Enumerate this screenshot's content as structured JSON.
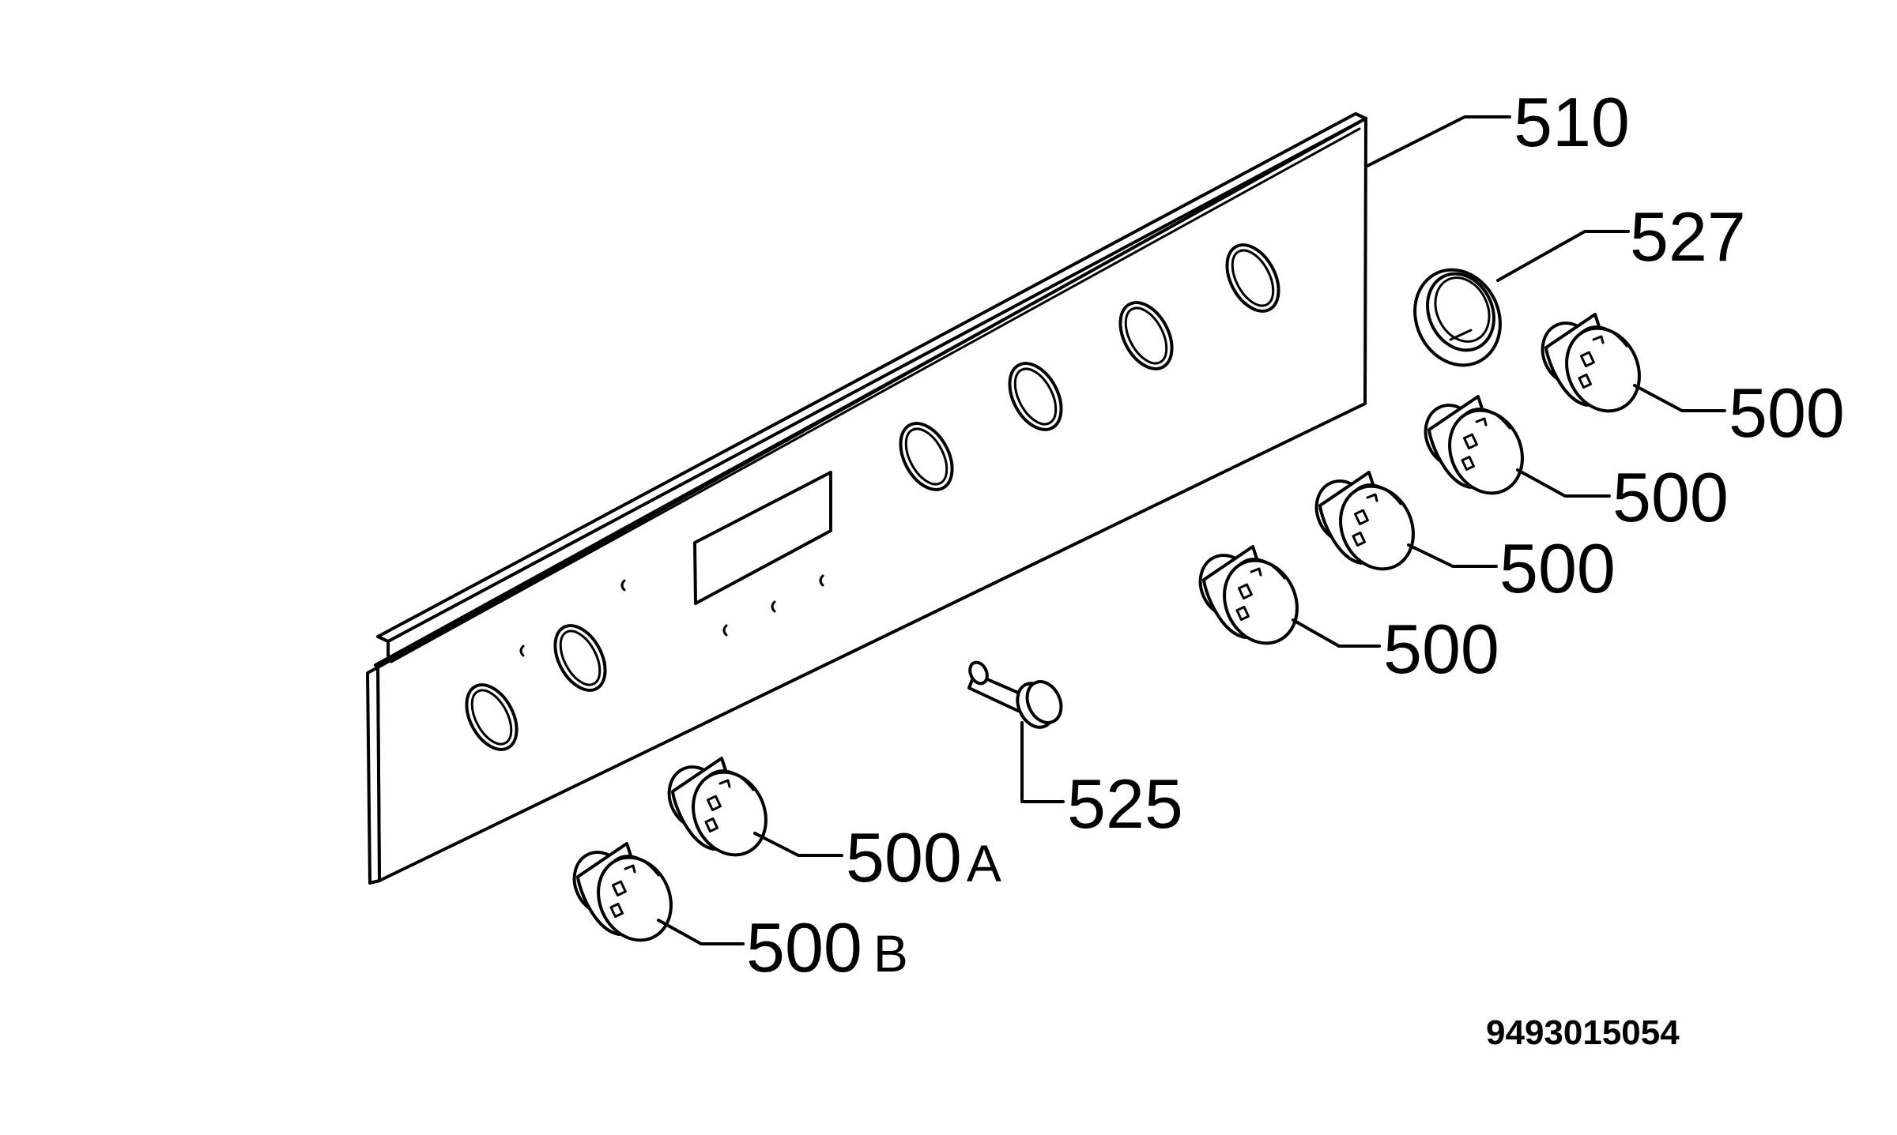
{
  "parts": {
    "panel": "510",
    "ring": "527",
    "knob_1": "500",
    "knob_2": "500",
    "knob_3": "500",
    "knob_4": "500",
    "knob_a": {
      "number": "500",
      "suffix": "A"
    },
    "knob_b": {
      "number": "500",
      "suffix": "B"
    },
    "screw": "525"
  },
  "reference_code": "9493015054"
}
